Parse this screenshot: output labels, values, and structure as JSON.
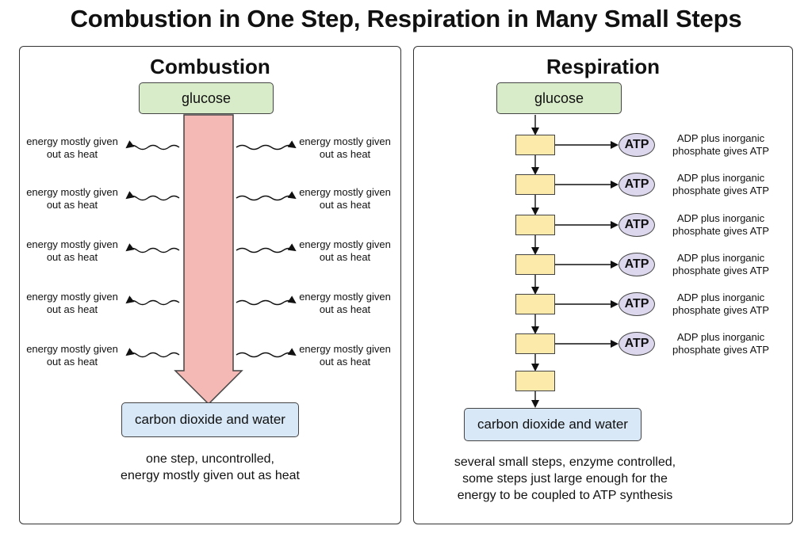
{
  "title": "Combustion in One Step, Respiration in Many Small Steps",
  "combustion": {
    "title": "Combustion",
    "start": "glucose",
    "end": "carbon dioxide and water",
    "heat_label": "energy mostly given out as heat",
    "heat_rows": 5,
    "caption_lines": [
      "one step, uncontrolled,",
      "energy mostly given out as heat"
    ],
    "arrow_color": "#f4b8b5"
  },
  "respiration": {
    "title": "Respiration",
    "start": "glucose",
    "end": "carbon dioxide and water",
    "steps": 7,
    "atp_label": "ATP",
    "atp_steps": 6,
    "adp_label": "ADP plus inorganic phosphate gives ATP",
    "caption_lines": [
      "several small steps, enzyme controlled,",
      "some steps just large enough for the",
      "energy to be coupled to ATP synthesis"
    ],
    "step_color": "#fbeaa9",
    "atp_color": "#ddd7ee"
  }
}
